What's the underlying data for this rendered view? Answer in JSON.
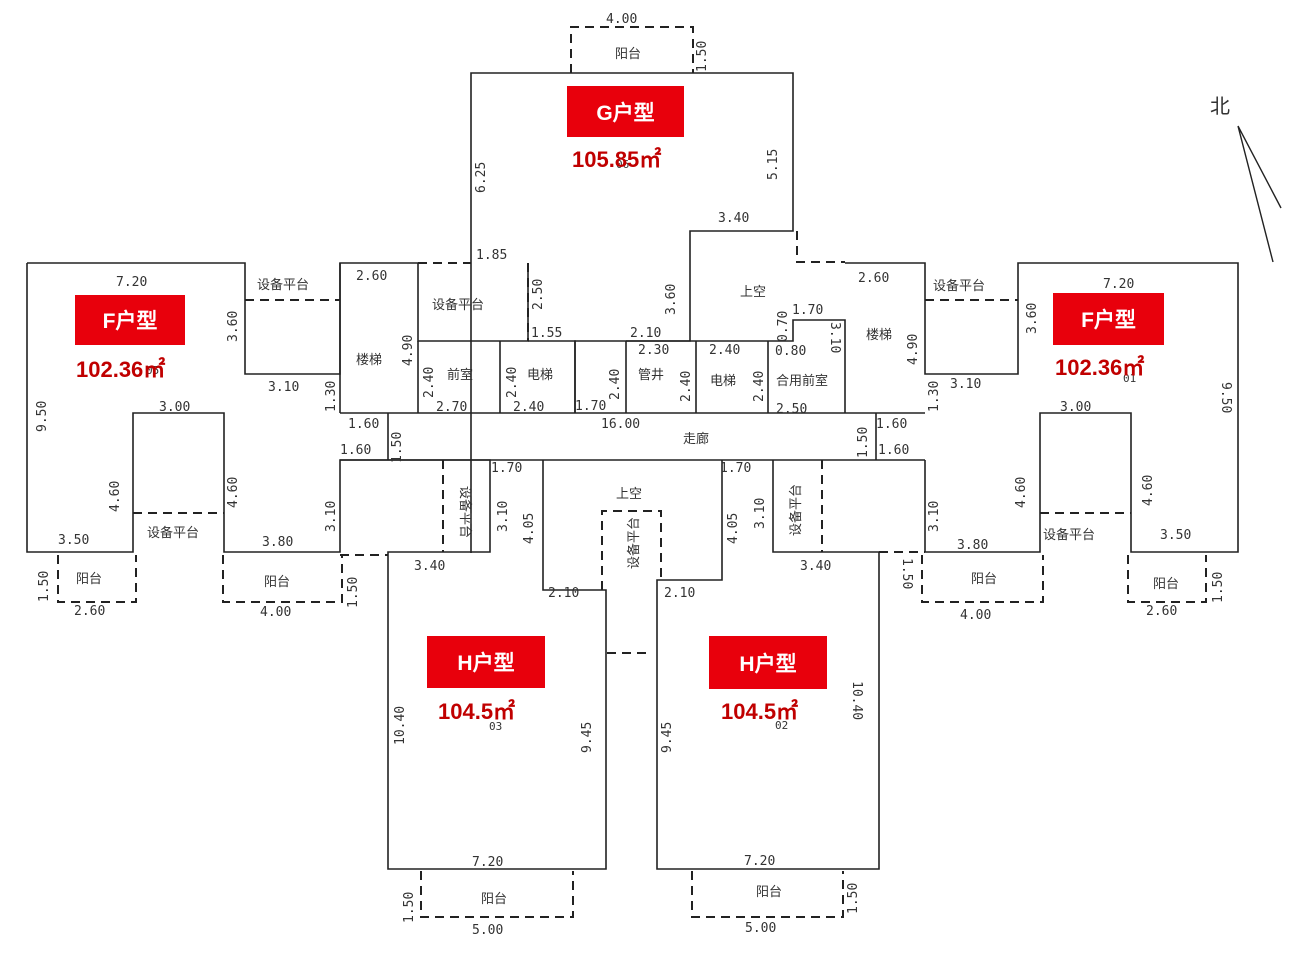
{
  "units": {
    "G": {
      "label": "G户型",
      "area": "105.85㎡",
      "unit_no": "06"
    },
    "F_left": {
      "label": "F户型",
      "area": "102.36㎡",
      "unit_no": "05"
    },
    "F_right": {
      "label": "F户型",
      "area": "102.36㎡",
      "unit_no": "01"
    },
    "H_left": {
      "label": "H户型",
      "area": "104.5㎡",
      "unit_no": "03"
    },
    "H_right": {
      "label": "H户型",
      "area": "104.5㎡",
      "unit_no": "02"
    }
  },
  "rooms": {
    "balcony": "阳台",
    "equipment_platform": "设备平台",
    "stairs": "楼梯",
    "front_room": "前室",
    "elevator": "电梯",
    "pipe_shaft": "管井",
    "shared_front_room": "合用前室",
    "void": "上空",
    "corridor": "走廊"
  },
  "north_label": "北",
  "colors": {
    "badge": "#e8000c",
    "area_text": "#c00000",
    "line": "#222222"
  },
  "dimensions": {
    "d400": "4.00",
    "d150": "1.50",
    "d625": "6.25",
    "d515": "5.15",
    "d340": "3.40",
    "d185": "1.85",
    "d250": "2.50",
    "d155": "1.55",
    "d360": "3.60",
    "d170": "1.70",
    "d070": "0.70",
    "d310": "3.10",
    "d210": "2.10",
    "d230": "2.30",
    "d240": "2.40",
    "d080": "0.80",
    "d720": "7.20",
    "d260": "2.60",
    "d490": "4.90",
    "d130": "1.30",
    "d950": "9.50",
    "d300": "3.00",
    "d460": "4.60",
    "d350": "3.50",
    "d380": "3.80",
    "d160": "1.60",
    "d270": "2.70",
    "d1600": "16.00",
    "d405": "4.05",
    "d1040": "10.40",
    "d945": "9.45",
    "d500": "5.00"
  }
}
